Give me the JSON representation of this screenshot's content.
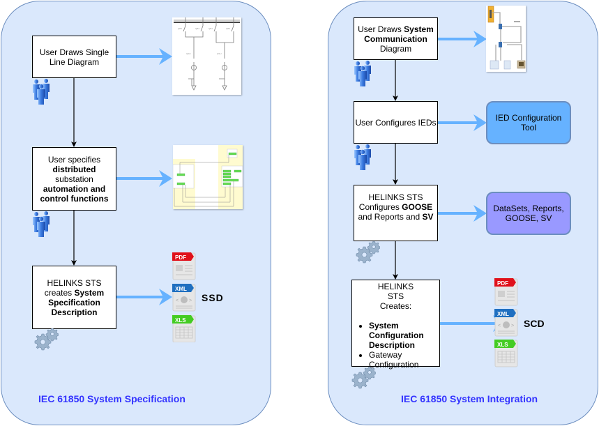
{
  "colors": {
    "panel_fill": "#dae8fc",
    "panel_border": "#6c8ebf",
    "title_text": "#3333ff",
    "arrow_blue": "#66b2ff",
    "ied_tool_fill": "#66b2ff",
    "datasets_fill": "#9999ff"
  },
  "left_panel": {
    "title": "IEC 61850 System Specification",
    "steps": [
      {
        "parts": [
          {
            "text": "User Draws Single Line Diagram",
            "bold": false
          }
        ],
        "actor": "users-icon"
      },
      {
        "parts": [
          {
            "text": "User specifies ",
            "bold": false
          },
          {
            "text": "distributed",
            "bold": true
          },
          {
            "text": " substation ",
            "bold": false
          },
          {
            "text": "automation and control functions",
            "bold": true
          }
        ],
        "actor": "users-icon"
      },
      {
        "parts": [
          {
            "text": "HELINKS STS creates ",
            "bold": false
          },
          {
            "text": "System Specification Description",
            "bold": true
          }
        ],
        "actor": "gears-icon"
      }
    ],
    "outputs": {
      "single_line_diagram": "single-line-diagram-thumbnail",
      "function_diagram": "function-diagram-thumbnail",
      "file_formats": [
        "PDF",
        "XML",
        "XLS"
      ],
      "file_label": "SSD"
    }
  },
  "right_panel": {
    "title": "IEC 61850 System Integration",
    "steps": [
      {
        "parts": [
          {
            "text": "User Draws ",
            "bold": false
          },
          {
            "text": "System Communication",
            "bold": true
          },
          {
            "text": " Diagram",
            "bold": false
          }
        ],
        "actor": "users-icon"
      },
      {
        "parts": [
          {
            "text": "User Configures IEDs",
            "bold": false
          }
        ],
        "actor": "users-icon"
      },
      {
        "parts": [
          {
            "text": "HELINKS STS Configures ",
            "bold": false
          },
          {
            "text": "GOOSE",
            "bold": true
          },
          {
            "text": " and Reports and ",
            "bold": false
          },
          {
            "text": "SV",
            "bold": true
          }
        ],
        "actor": "gears-icon"
      },
      {
        "heading": "HELINKS STS Creates:",
        "bullets": [
          "System Configuration Description",
          "Gateway Configuration"
        ],
        "actor": "gears-icon"
      }
    ],
    "outputs": {
      "communication_diagram": "communication-diagram-thumbnail",
      "ied_tool": "IED Configuration Tool",
      "datasets": "DataSets, Reports, GOOSE, SV",
      "file_formats": [
        "PDF",
        "XML",
        "XLS"
      ],
      "file_label": "SCD"
    }
  }
}
